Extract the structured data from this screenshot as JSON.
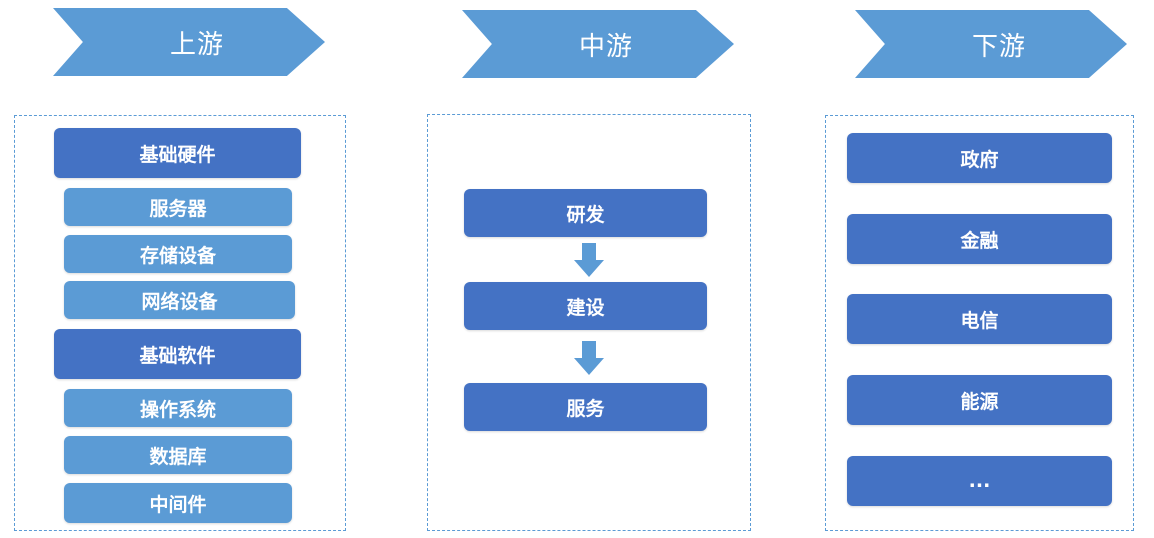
{
  "stages": {
    "upstream": "上游",
    "midstream": "中游",
    "downstream": "下游"
  },
  "upstream": {
    "hardware": {
      "title": "基础硬件",
      "items": [
        "服务器",
        "存储设备",
        "网络设备"
      ]
    },
    "software": {
      "title": "基础软件",
      "items": [
        "操作系统",
        "数据库",
        "中间件"
      ]
    }
  },
  "midstream": {
    "steps": [
      "研发",
      "建设",
      "服务"
    ]
  },
  "downstream": {
    "items": [
      "政府",
      "金融",
      "电信",
      "能源",
      "..."
    ]
  },
  "colors": {
    "dark_blue": "#4472c4",
    "light_blue": "#5b9bd5",
    "dashed_border": "#5b9bd5"
  }
}
